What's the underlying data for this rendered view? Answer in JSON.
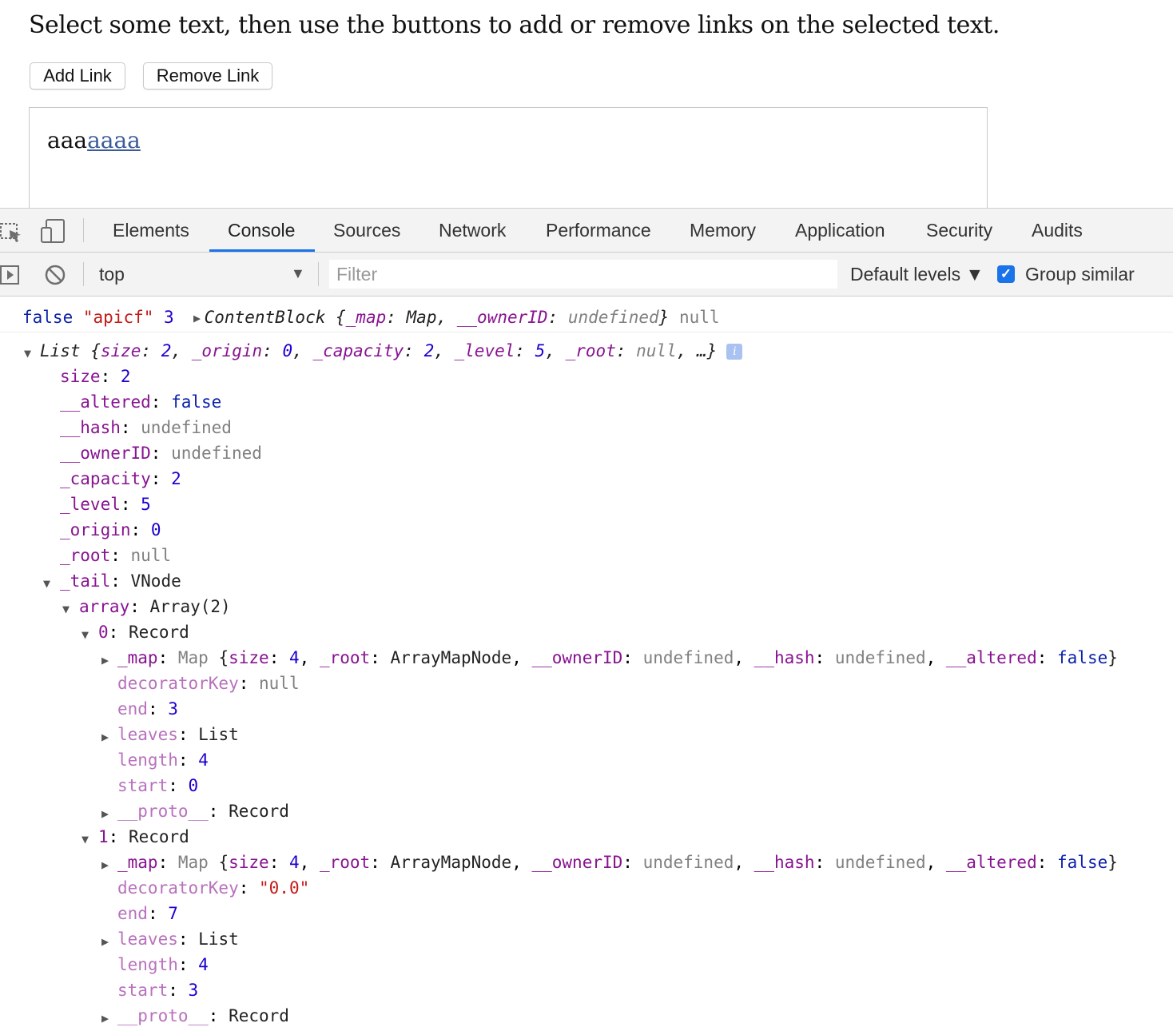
{
  "page": {
    "instructions": "Select some text, then use the buttons to add or remove links on the selected text.",
    "add_link_label": "Add Link",
    "remove_link_label": "Remove Link",
    "editor_plain": "aaa",
    "editor_link": "aaaa"
  },
  "devtools": {
    "tabs": [
      "Elements",
      "Console",
      "Sources",
      "Network",
      "Performance",
      "Memory",
      "Application",
      "Security",
      "Audits"
    ],
    "active_tab": "Console",
    "context": "top",
    "filter_placeholder": "Filter",
    "levels": "Default levels ▼",
    "group_similar": "Group similar",
    "group_similar_checked": true,
    "accent": "#1a73e8"
  },
  "console": {
    "log1": {
      "a": "false",
      "b": "\"apicf\"",
      "c": "3",
      "obj_name": "ContentBlock",
      "obj_open": " {",
      "map_key": "_map",
      "map_val": "Map",
      "owner_key": "__ownerID",
      "owner_val": "undefined",
      "obj_close": "}",
      "d": "null"
    },
    "list_header": {
      "name": "List",
      "size": "2",
      "origin": "0",
      "capacity": "2",
      "level": "5",
      "root": "null",
      "ellipsis": "…}"
    },
    "props": {
      "size": "2",
      "altered": "false",
      "hash": "undefined",
      "ownerID": "undefined",
      "capacity": "2",
      "level": "5",
      "origin": "0",
      "root": "null",
      "tail": "VNode",
      "array": "Array(2)"
    },
    "records": [
      {
        "index": "0",
        "type": "Record",
        "map_size": "4",
        "root": "ArrayMapNode",
        "owner": "undefined",
        "hash": "undefined",
        "altered": "false",
        "decoratorKey": "null",
        "end": "3",
        "leaves": "List",
        "length": "4",
        "start": "0",
        "proto": "Record"
      },
      {
        "index": "1",
        "type": "Record",
        "map_size": "4",
        "root": "ArrayMapNode",
        "owner": "undefined",
        "hash": "undefined",
        "altered": "false",
        "decoratorKey": "\"0.0\"",
        "end": "7",
        "leaves": "List",
        "length": "4",
        "start": "3",
        "proto": "Record"
      }
    ]
  }
}
